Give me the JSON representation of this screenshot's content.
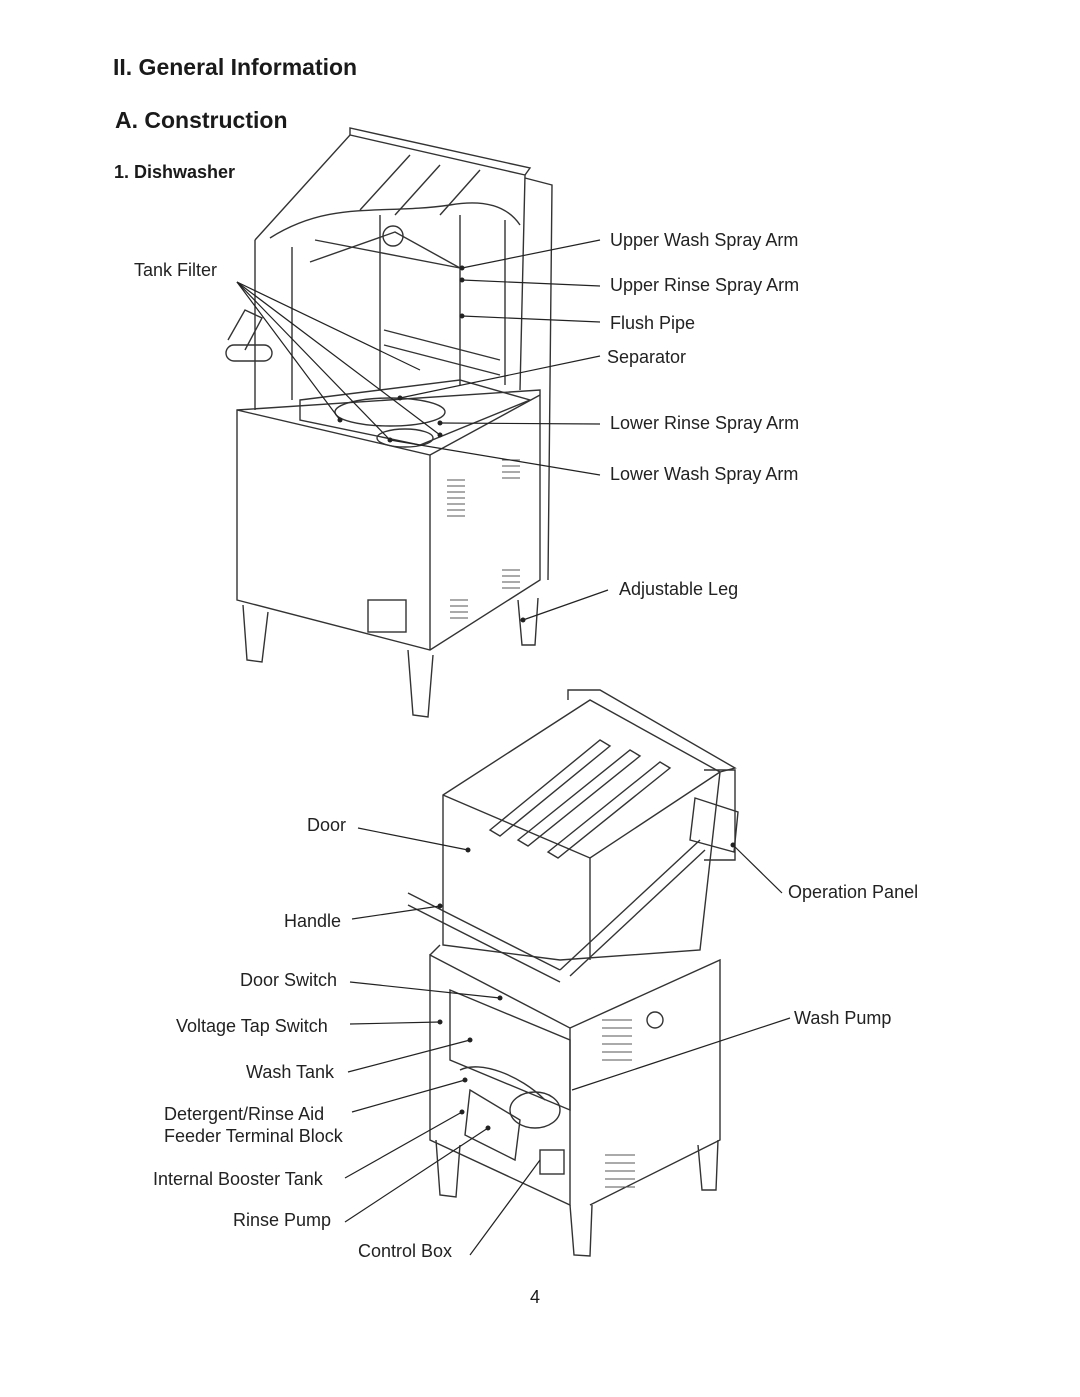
{
  "section_title": "II. General Information",
  "subsection_title": "A. Construction",
  "item_title": "1. Dishwasher",
  "figure1_labels": {
    "tank_filter": "Tank Filter",
    "upper_wash_spray_arm": "Upper Wash Spray Arm",
    "upper_rinse_spray_arm": "Upper Rinse Spray Arm",
    "flush_pipe": "Flush Pipe",
    "separator": "Separator",
    "lower_rinse_spray_arm": "Lower Rinse Spray Arm",
    "lower_wash_spray_arm": "Lower Wash Spray Arm",
    "adjustable_leg": "Adjustable Leg"
  },
  "figure2_labels": {
    "door": "Door",
    "handle": "Handle",
    "door_switch": "Door Switch",
    "voltage_tap_switch": "Voltage Tap Switch",
    "wash_tank": "Wash Tank",
    "feeder_terminal_block_1": "Detergent/Rinse Aid",
    "feeder_terminal_block_2": "Feeder Terminal Block",
    "internal_booster_tank": "Internal Booster Tank",
    "rinse_pump": "Rinse Pump",
    "control_box": "Control Box",
    "operation_panel": "Operation Panel",
    "wash_pump": "Wash Pump"
  },
  "page_number": "4"
}
